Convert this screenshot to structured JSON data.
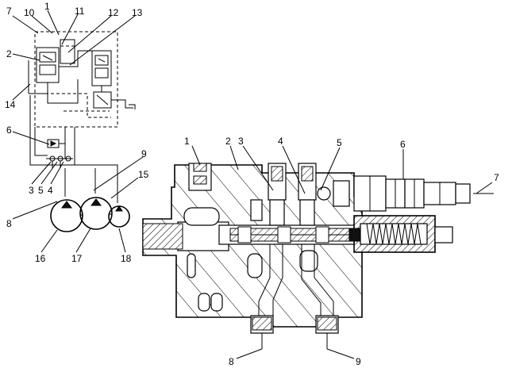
{
  "schematic": {
    "callouts": [
      {
        "id": "s7",
        "label": "7"
      },
      {
        "id": "s10",
        "label": "10"
      },
      {
        "id": "s1",
        "label": "1"
      },
      {
        "id": "s11",
        "label": "11"
      },
      {
        "id": "s12",
        "label": "12"
      },
      {
        "id": "s13",
        "label": "13"
      },
      {
        "id": "s2",
        "label": "2"
      },
      {
        "id": "s14",
        "label": "14"
      },
      {
        "id": "s6",
        "label": "6"
      },
      {
        "id": "s3",
        "label": "3"
      },
      {
        "id": "s5",
        "label": "5"
      },
      {
        "id": "s4",
        "label": "4"
      },
      {
        "id": "s9",
        "label": "9"
      },
      {
        "id": "s15",
        "label": "15"
      },
      {
        "id": "s8",
        "label": "8"
      },
      {
        "id": "s16",
        "label": "16"
      },
      {
        "id": "s17",
        "label": "17"
      },
      {
        "id": "s18",
        "label": "18"
      }
    ]
  },
  "section_view": {
    "callouts": [
      {
        "id": "v1",
        "label": "1"
      },
      {
        "id": "v2",
        "label": "2"
      },
      {
        "id": "v3",
        "label": "3"
      },
      {
        "id": "v4",
        "label": "4"
      },
      {
        "id": "v5",
        "label": "5"
      },
      {
        "id": "v6",
        "label": "6"
      },
      {
        "id": "v7",
        "label": "7"
      },
      {
        "id": "v8",
        "label": "8"
      },
      {
        "id": "v9",
        "label": "9"
      }
    ]
  }
}
